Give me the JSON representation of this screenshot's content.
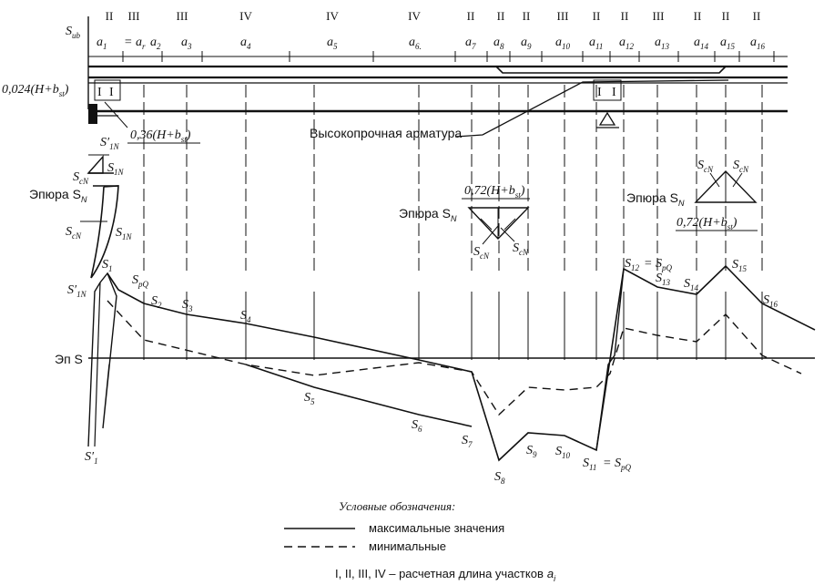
{
  "top_labels": {
    "s_ub": "S",
    "s_ub_sub": "ub",
    "left_dim": "0,024(H+b",
    "left_dim_sub": "st",
    "left_dim_end": ")",
    "dim_036": "0,36(H+b",
    "dim_036_sub": "st",
    "dim_036_end": ")",
    "rebar_label": "Высокопрочная арматура",
    "support_marks": [
      "I",
      "I"
    ],
    "support_marks_right": [
      "I",
      "I"
    ]
  },
  "segments": {
    "roman": [
      "II",
      "III",
      "III",
      "IV",
      "IV",
      "IV",
      "II",
      "II",
      "II",
      "III",
      "II",
      "II",
      "III",
      "II",
      "II",
      "II"
    ],
    "a_labels": [
      {
        "t": "a",
        "s": "1"
      },
      {
        "t": "= a",
        "s": "r"
      },
      {
        "t": "a",
        "s": "2"
      },
      {
        "t": "a",
        "s": "3"
      },
      {
        "t": "a",
        "s": "4"
      },
      {
        "t": "a",
        "s": "5"
      },
      {
        "t": "a",
        "s": "6."
      },
      {
        "t": "a",
        "s": "7"
      },
      {
        "t": "a",
        "s": "8"
      },
      {
        "t": "a",
        "s": "9"
      },
      {
        "t": "a",
        "s": "10"
      },
      {
        "t": "a",
        "s": "11"
      },
      {
        "t": "a",
        "s": "12"
      },
      {
        "t": "a",
        "s": "13"
      },
      {
        "t": "a",
        "s": "14"
      },
      {
        "t": "a",
        "s": "15"
      },
      {
        "t": "a",
        "s": "16"
      }
    ]
  },
  "epure_left": {
    "title": "Эпюра S",
    "title_sub": "N",
    "s1n_top": "S′",
    "s1n_top_sub": "1N",
    "scn_a": "S",
    "scn_a_sub": "cN",
    "s1n_a": "S",
    "s1n_a_sub": "1N",
    "scn_b": "S",
    "scn_b_sub": "cN",
    "s1n_b": "S",
    "s1n_b_sub": "1N",
    "s1n_c": "S′",
    "s1n_c_sub": "1N"
  },
  "epure_mid": {
    "dim": "0,72(H+b",
    "dim_sub": "st",
    "dim_end": ")",
    "title": "Эпюра S",
    "title_sub": "N",
    "scn1": "S",
    "scn1_sub": "cN",
    "scn2": "S",
    "scn2_sub": "cN"
  },
  "epure_right": {
    "title": "Эпюра S",
    "title_sub": "N",
    "scn1": "S",
    "scn1_sub": "cN",
    "scn2": "S",
    "scn2_sub": "cN",
    "dim": "0,72(H+b",
    "dim_sub": "st",
    "dim_end": ")"
  },
  "ep_s": {
    "axis_label": "Эп S",
    "labels": [
      {
        "t": "S",
        "s": "1"
      },
      {
        "t": "S",
        "s": "pQ"
      },
      {
        "t": "S",
        "s": "2"
      },
      {
        "t": "S",
        "s": "3"
      },
      {
        "t": "S",
        "s": "4"
      },
      {
        "t": "S",
        "s": "5"
      },
      {
        "t": "S",
        "s": "6"
      },
      {
        "t": "S",
        "s": "7"
      },
      {
        "t": "S",
        "s": "8"
      },
      {
        "t": "S",
        "s": "9"
      },
      {
        "t": "S",
        "s": "10"
      },
      {
        "t": "S",
        "s": "11"
      },
      {
        "t": "= S",
        "s": "pQ"
      },
      {
        "t": "S",
        "s": "12"
      },
      {
        "t": "= S",
        "s": "pQ"
      },
      {
        "t": "S",
        "s": "13"
      },
      {
        "t": "S",
        "s": "14"
      },
      {
        "t": "S",
        "s": "15"
      },
      {
        "t": "S",
        "s": "16"
      },
      {
        "t": "S′",
        "s": "1"
      }
    ]
  },
  "legend": {
    "title": "Условные обозначения:",
    "max": "максимальные значения",
    "min": "минимальные",
    "footnote": "I, II, III, IV – расчетная длина участков",
    "footnote_var": "a",
    "footnote_sub": "i"
  }
}
